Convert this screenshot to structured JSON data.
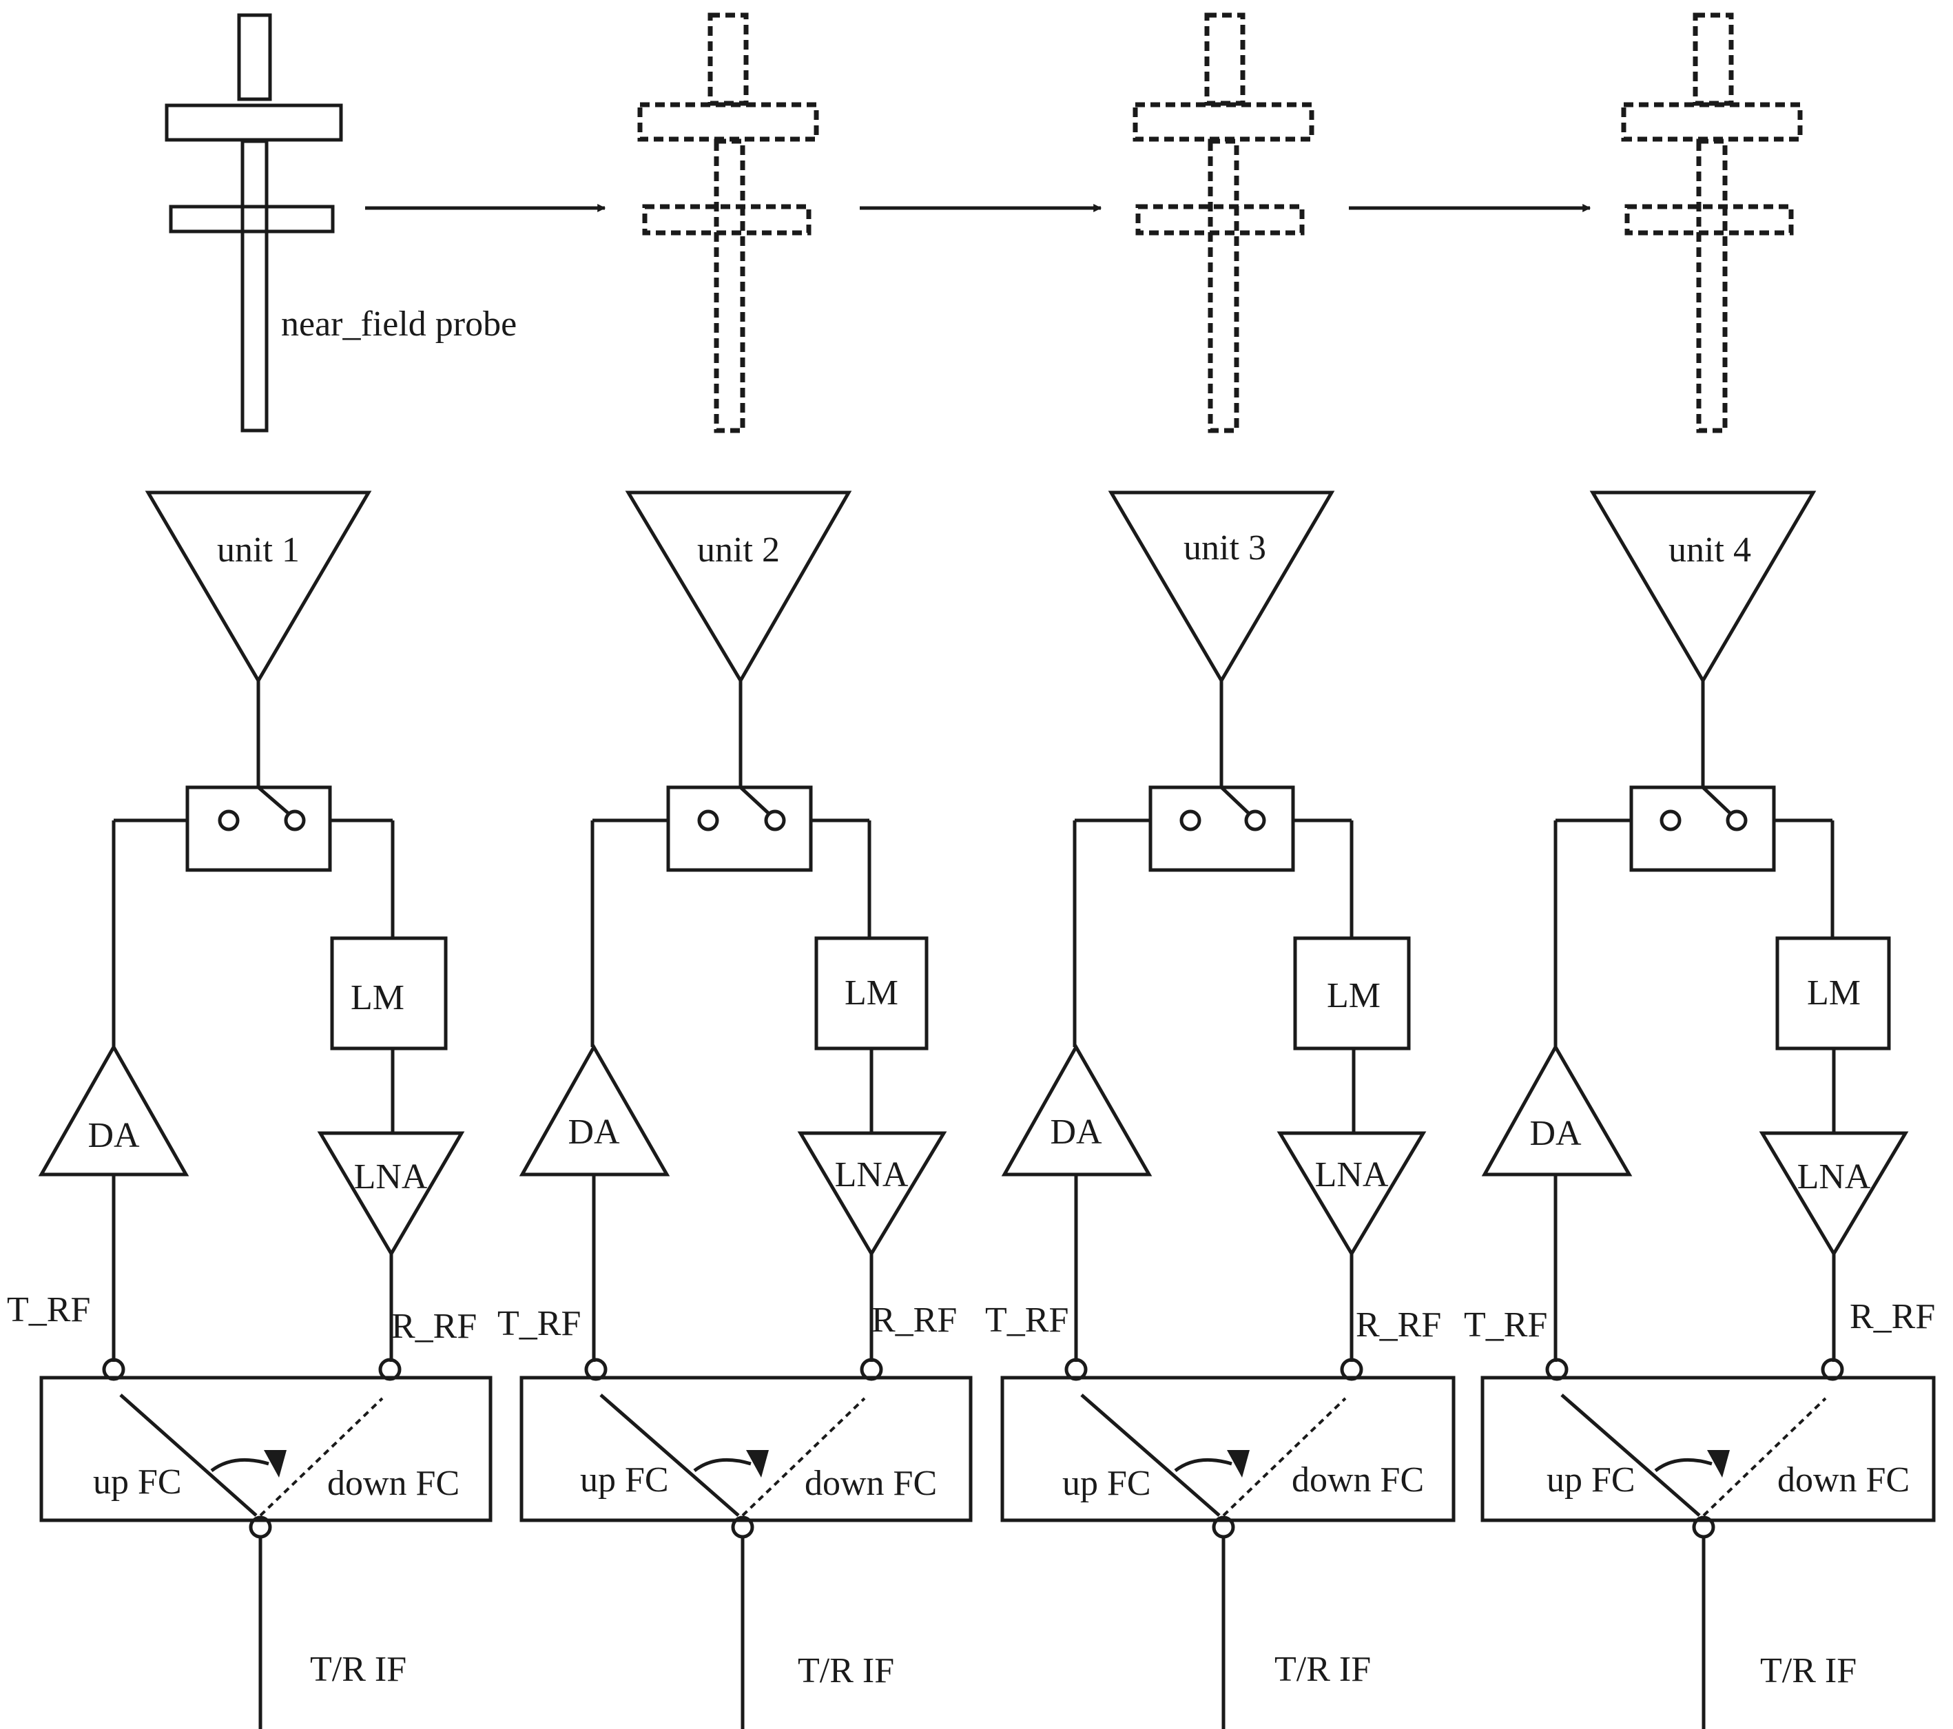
{
  "colors": {
    "line": "#1a1a1a",
    "background": "#ffffff"
  },
  "probe": {
    "label": "near_field probe"
  },
  "units": [
    {
      "name": "unit 1",
      "lm": "LM",
      "da": "DA",
      "lna": "LNA",
      "t_rf": "T_RF",
      "r_rf": "R_RF",
      "up_fc": "up FC",
      "down_fc": "down FC",
      "if_label": "T/R IF"
    },
    {
      "name": "unit 2",
      "lm": "LM",
      "da": "DA",
      "lna": "LNA",
      "t_rf": "T_RF",
      "r_rf": "R_RF",
      "up_fc": "up FC",
      "down_fc": "down FC",
      "if_label": "T/R IF"
    },
    {
      "name": "unit 3",
      "lm": "LM",
      "da": "DA",
      "lna": "LNA",
      "t_rf": "T_RF",
      "r_rf": "R_RF",
      "up_fc": "up FC",
      "down_fc": "down FC",
      "if_label": "T/R IF"
    },
    {
      "name": "unit 4",
      "lm": "LM",
      "da": "DA",
      "lna": "LNA",
      "t_rf": "T_RF",
      "r_rf": "R_RF",
      "up_fc": "up FC",
      "down_fc": "down FC",
      "if_label": "T/R IF"
    }
  ]
}
